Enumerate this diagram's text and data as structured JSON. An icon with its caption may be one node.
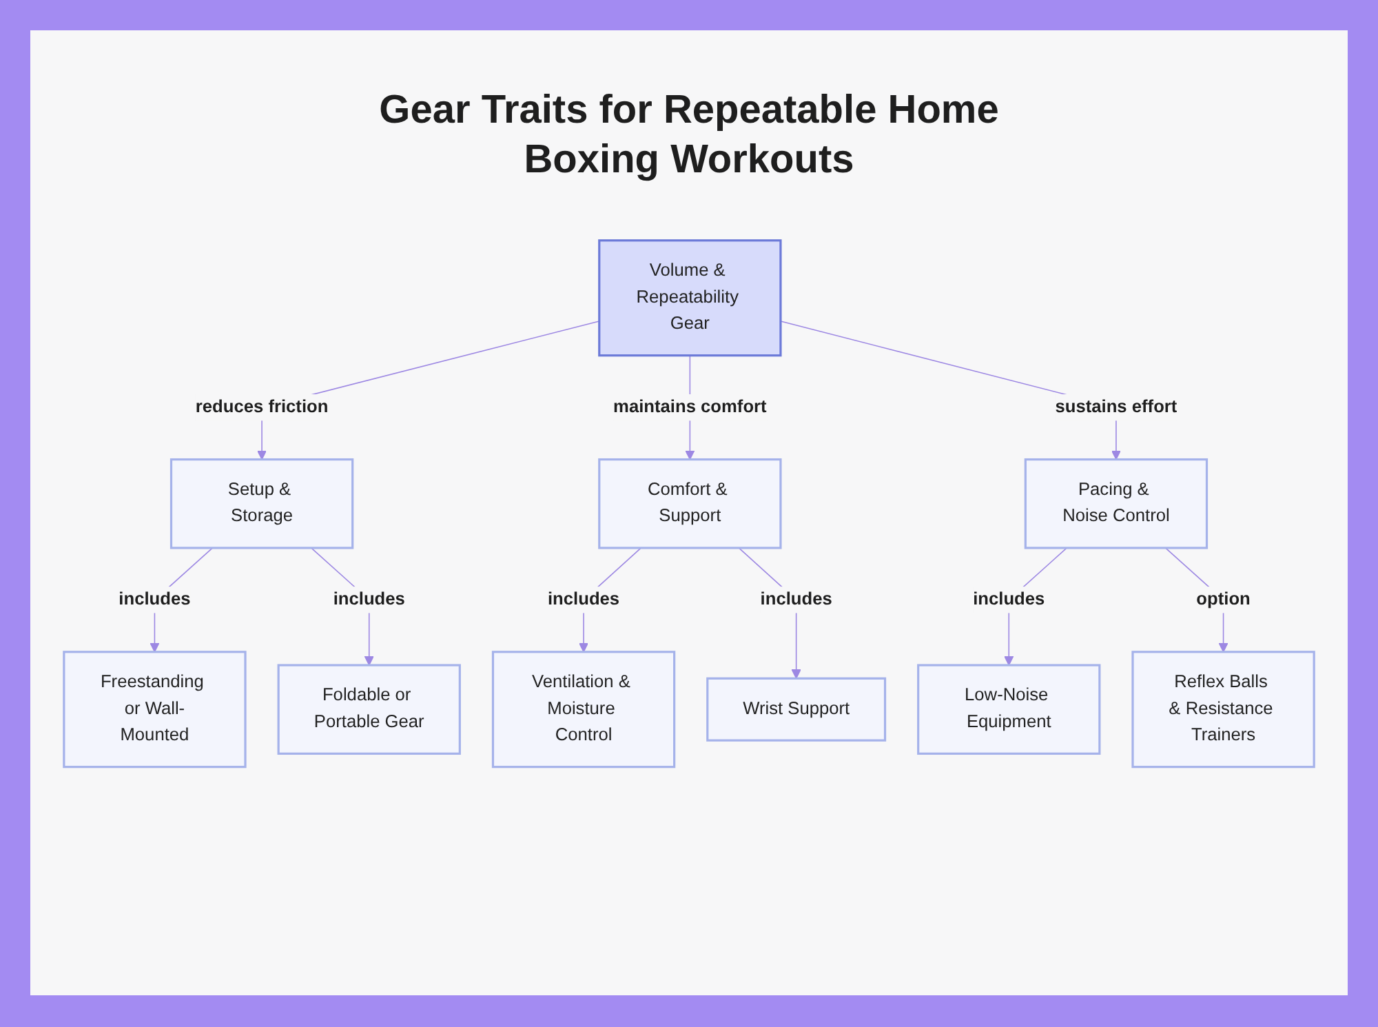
{
  "diagram": {
    "title": "Gear Traits for Repeatable Home Boxing Workouts",
    "nodes": [
      {
        "text": [
          "Volume & Repeatability Gear"
        ]
      },
      {
        "text": [
          "Setup & Storage"
        ]
      },
      {
        "text": [
          "Comfort & Support"
        ]
      },
      {
        "text": [
          "Pacing & Noise Control"
        ]
      },
      {
        "text": [
          "Freestanding or Wall-Mounted"
        ]
      },
      {
        "text": [
          "Foldable or Portable Gear"
        ]
      },
      {
        "text": [
          "Ventilation & Moisture Control"
        ]
      },
      {
        "text": [
          "Wrist Support"
        ]
      },
      {
        "text": [
          "Low-Noise Equipment"
        ]
      },
      {
        "text": [
          "Reflex Balls & Resistance Trainers"
        ]
      }
    ],
    "edges": [
      {
        "from": 0,
        "to": 1,
        "arrow": "to",
        "label": "reduces friction"
      },
      {
        "from": 0,
        "to": 2,
        "arrow": "to",
        "label": "maintains comfort"
      },
      {
        "from": 0,
        "to": 3,
        "arrow": "to",
        "label": "sustains effort"
      },
      {
        "from": 1,
        "to": 4,
        "arrow": "to",
        "label": "includes"
      },
      {
        "from": 1,
        "to": 5,
        "arrow": "to",
        "label": "includes"
      },
      {
        "from": 2,
        "to": 6,
        "arrow": "to",
        "label": "includes"
      },
      {
        "from": 2,
        "to": 7,
        "arrow": "to",
        "label": "includes"
      },
      {
        "from": 3,
        "to": 8,
        "arrow": "to",
        "label": "includes"
      },
      {
        "from": 3,
        "to": 9,
        "arrow": "to",
        "label": "option"
      }
    ]
  }
}
